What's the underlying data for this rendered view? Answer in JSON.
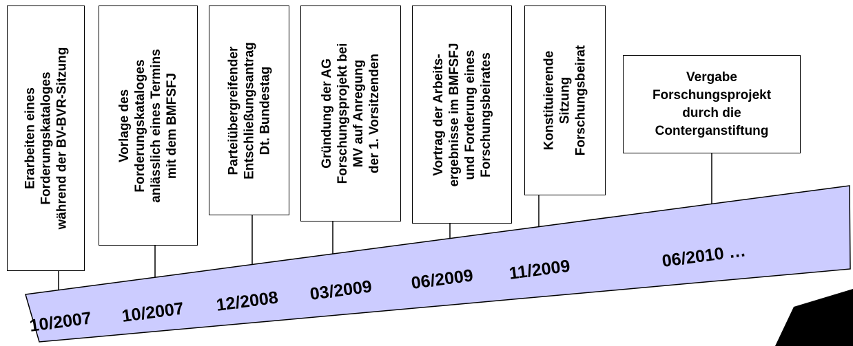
{
  "colors": {
    "band_fill": "#ccccff",
    "stroke": "#000000",
    "logo": "#000000"
  },
  "events": [
    {
      "date": "10/2007",
      "lines": [
        "Erarbeiten eines",
        "Forderungskataloges",
        "während der BV-BVR-Sitzung"
      ]
    },
    {
      "date": "10/2007",
      "lines": [
        "Vorlage des",
        "Forderungskataloges",
        "anlässlich eines Termins",
        "mit dem BMFSFJ"
      ]
    },
    {
      "date": "12/2008",
      "lines": [
        "Parteiübergreifender",
        "Entschließungsantrag",
        "Dt. Bundestag"
      ]
    },
    {
      "date": "03/2009",
      "lines": [
        "Gründung der AG",
        "Forschungsprojekt bei",
        "MV auf Anregung",
        "der 1. Vorsitzenden"
      ]
    },
    {
      "date": "06/2009",
      "lines": [
        "Vortrag der Arbeits-",
        "ergebnisse im BMFSFJ",
        "und Forderung eines",
        "Forschungsbeirates"
      ]
    },
    {
      "date": "11/2009",
      "lines": [
        "Konstituierende",
        "Sitzung",
        "Forschungsbeirat"
      ]
    },
    {
      "date": "06/2010 …",
      "lines": [
        "Vergabe",
        "Forschungsprojekt",
        "durch die",
        "Conterganstiftung"
      ]
    }
  ],
  "logo_icon": "chevron-logo-icon"
}
